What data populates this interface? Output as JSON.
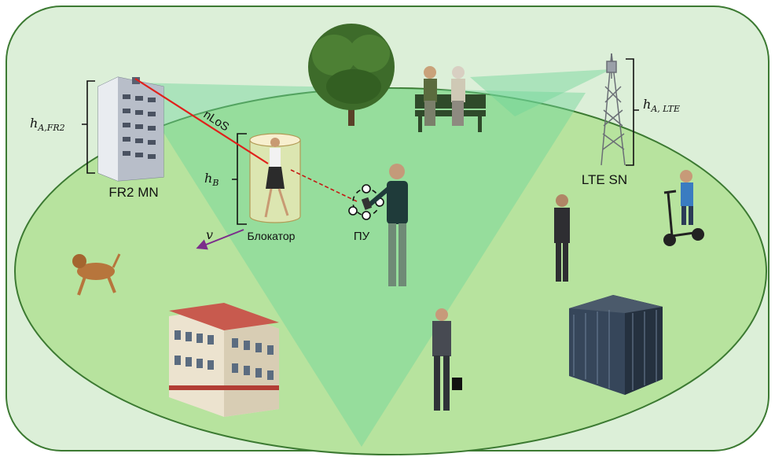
{
  "labels": {
    "fr2_mn": "FR2 MN",
    "lte_sn": "LTE SN",
    "nlos": "nLoS",
    "blocker": "Блокатор",
    "ue": "ПУ",
    "velocity": "v",
    "h_fr2_main": "h",
    "h_fr2_sub": "A,FR2",
    "h_b_main": "h",
    "h_b_sub": "B",
    "h_lte_main": "h",
    "h_lte_sub": "A, LTE"
  },
  "colors": {
    "outer_area": "#dcefd8",
    "outer_border": "#3c7a32",
    "inner_ellipse": "#b9e4a0",
    "beam": "#6fd49a",
    "nlos_ray": "#e0201b",
    "velocity_arrow": "#7b2d8b",
    "cylinder": "#f3e8b8"
  }
}
